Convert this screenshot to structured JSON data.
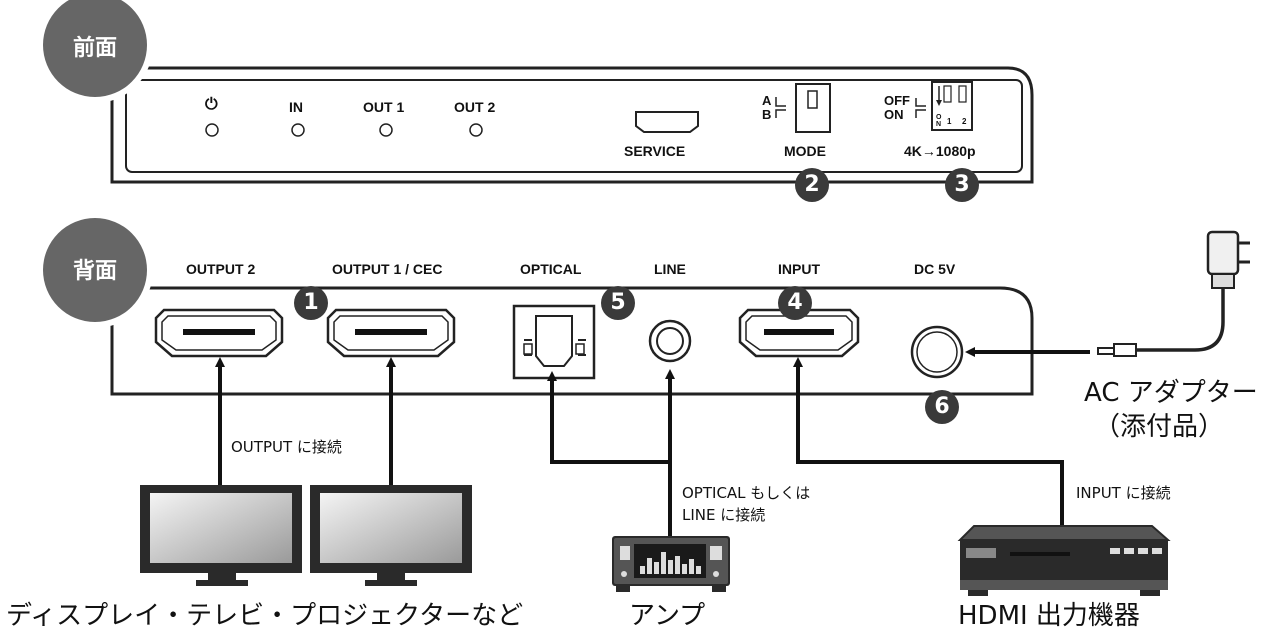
{
  "front": {
    "badge": "前面",
    "led_power_symbol": "⏻",
    "led_labels": [
      "IN",
      "OUT 1",
      "OUT 2"
    ],
    "service_label": "SERVICE",
    "mode_a": "A",
    "mode_b": "B",
    "mode_label": "MODE",
    "dip_off": "OFF",
    "dip_on": "ON",
    "dip_on_small": "O N",
    "dip_num1": "1",
    "dip_num2": "2",
    "dip_label": "4K→1080p",
    "callout_2": "2",
    "callout_3": "3"
  },
  "back": {
    "badge": "背面",
    "port_labels": [
      "OUTPUT 2",
      "OUTPUT 1 / CEC",
      "OPTICAL",
      "LINE",
      "INPUT",
      "DC 5V"
    ],
    "callout_1": "1",
    "callout_4": "4",
    "callout_5": "5",
    "callout_6": "6"
  },
  "captions": {
    "adapter_line1": "AC アダプター",
    "adapter_line2": "（添付品）",
    "output_connect": "OUTPUT に接続",
    "optical_line1": "OPTICAL もしくは",
    "optical_line2": "LINE に接続",
    "input_connect": "INPUT に接続",
    "displays": "ディスプレイ・テレビ・プロジェクターなど",
    "amp": "アンプ",
    "hdmi_source": "HDMI 出力機器"
  },
  "colors": {
    "badge": "#666666",
    "callout": "#3a3a3a",
    "line": "#111111"
  }
}
